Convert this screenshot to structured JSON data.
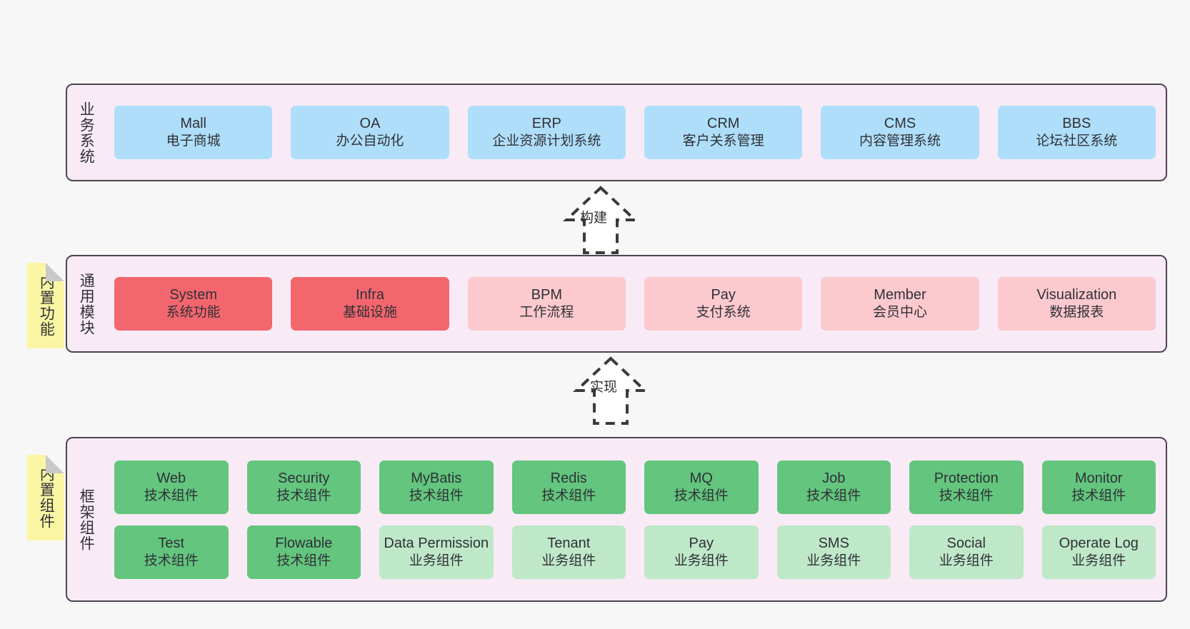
{
  "diagram": {
    "background_color": "#f7f7f7",
    "band_color": "#f8ebf5",
    "band_border_color": "#4d4452"
  },
  "business_layer": {
    "title": "业务系统",
    "card_color": "#afdefa",
    "cards": [
      {
        "en": "Mall",
        "cn": "电子商城"
      },
      {
        "en": "OA",
        "cn": "办公自动化"
      },
      {
        "en": "ERP",
        "cn": "企业资源计划系统"
      },
      {
        "en": "CRM",
        "cn": "客户关系管理"
      },
      {
        "en": "CMS",
        "cn": "内容管理系统"
      },
      {
        "en": "BBS",
        "cn": "论坛社区系统"
      }
    ]
  },
  "arrow_build": {
    "label": "构建"
  },
  "module_layer": {
    "title": "通用模块",
    "note": "内置功能",
    "note_color": "#fbf6a3",
    "primary_color": "#f4666e",
    "secondary_color": "#fcc9cf",
    "cards": [
      {
        "en": "System",
        "cn": "系统功能",
        "variant": "c-red"
      },
      {
        "en": "Infra",
        "cn": "基础设施",
        "variant": "c-red"
      },
      {
        "en": "BPM",
        "cn": "工作流程",
        "variant": "c-pink"
      },
      {
        "en": "Pay",
        "cn": "支付系统",
        "variant": "c-pink"
      },
      {
        "en": "Member",
        "cn": "会员中心",
        "variant": "c-pink"
      },
      {
        "en": "Visualization",
        "cn": "数据报表",
        "variant": "c-pink"
      }
    ]
  },
  "arrow_implement": {
    "label": "实现"
  },
  "framework_layer": {
    "title": "框架组件",
    "note": "内置组件",
    "note_color": "#fbf6a3",
    "tech_color": "#63c57e",
    "biz_color": "#bfe8c9",
    "row_tech": [
      {
        "en": "Web",
        "cn": "技术组件",
        "variant": "c-green"
      },
      {
        "en": "Security",
        "cn": "技术组件",
        "variant": "c-green"
      },
      {
        "en": "MyBatis",
        "cn": "技术组件",
        "variant": "c-green"
      },
      {
        "en": "Redis",
        "cn": "技术组件",
        "variant": "c-green"
      },
      {
        "en": "MQ",
        "cn": "技术组件",
        "variant": "c-green"
      },
      {
        "en": "Job",
        "cn": "技术组件",
        "variant": "c-green"
      },
      {
        "en": "Protection",
        "cn": "技术组件",
        "variant": "c-green"
      },
      {
        "en": "Monitor",
        "cn": "技术组件",
        "variant": "c-green"
      }
    ],
    "row_biz": [
      {
        "en": "Test",
        "cn": "技术组件",
        "variant": "c-green"
      },
      {
        "en": "Flowable",
        "cn": "技术组件",
        "variant": "c-green"
      },
      {
        "en": "Data Permission",
        "cn": "业务组件",
        "variant": "c-lightgreen"
      },
      {
        "en": "Tenant",
        "cn": "业务组件",
        "variant": "c-lightgreen"
      },
      {
        "en": "Pay",
        "cn": "业务组件",
        "variant": "c-lightgreen"
      },
      {
        "en": "SMS",
        "cn": "业务组件",
        "variant": "c-lightgreen"
      },
      {
        "en": "Social",
        "cn": "业务组件",
        "variant": "c-lightgreen"
      },
      {
        "en": "Operate Log",
        "cn": "业务组件",
        "variant": "c-lightgreen"
      }
    ]
  }
}
